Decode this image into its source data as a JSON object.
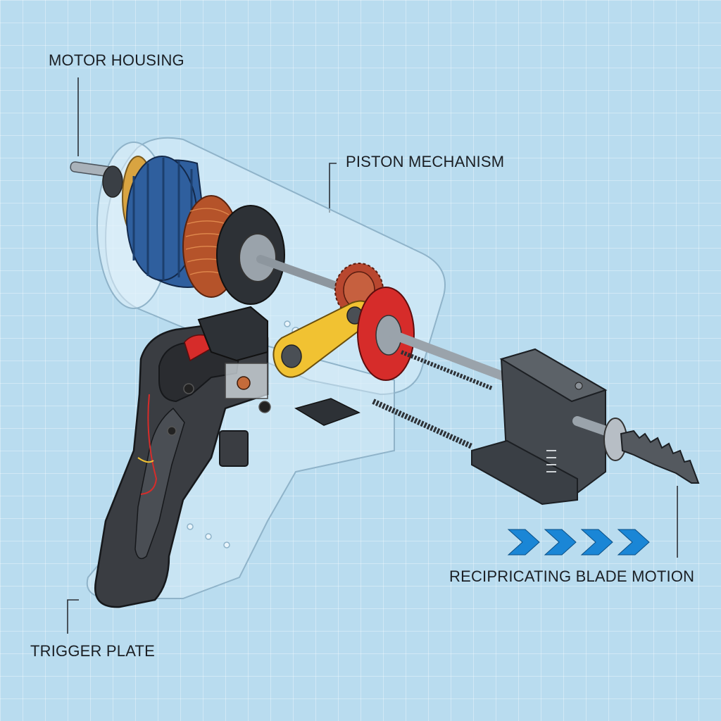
{
  "labels": {
    "motor_housing": "MOTOR HOUSING",
    "piston_mechanism": "PISTON MECHANISM",
    "blade_motion": "RECIPRICATING BLADE MOTION",
    "trigger_plate": "TRIGGER PLATE"
  },
  "colors": {
    "background": "#b9dcef",
    "housing_shell": "#dbeef9",
    "stator": "#2f5f9e",
    "copper_coil": "#b5532a",
    "gear": "#b8472f",
    "red_disc": "#d62c2a",
    "yellow_linkage": "#f1c232",
    "handle": "#3a3d42",
    "arrows": "#1a86d6"
  },
  "icons": [
    "reciprocating-saw-illustration",
    "motion-chevron-arrows"
  ]
}
